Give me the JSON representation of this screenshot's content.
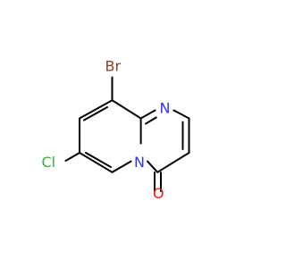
{
  "molecule": {
    "atoms": {
      "br": {
        "label": "Br",
        "color": "#8b3b23"
      },
      "cl": {
        "label": "Cl",
        "color": "#2db32d"
      },
      "n_ring": {
        "label": "N",
        "color": "#2f35ff"
      },
      "n_bridge": {
        "label": "N",
        "color": "#2f35ff"
      },
      "o": {
        "label": "O",
        "color": "#ff1a1a"
      }
    }
  }
}
